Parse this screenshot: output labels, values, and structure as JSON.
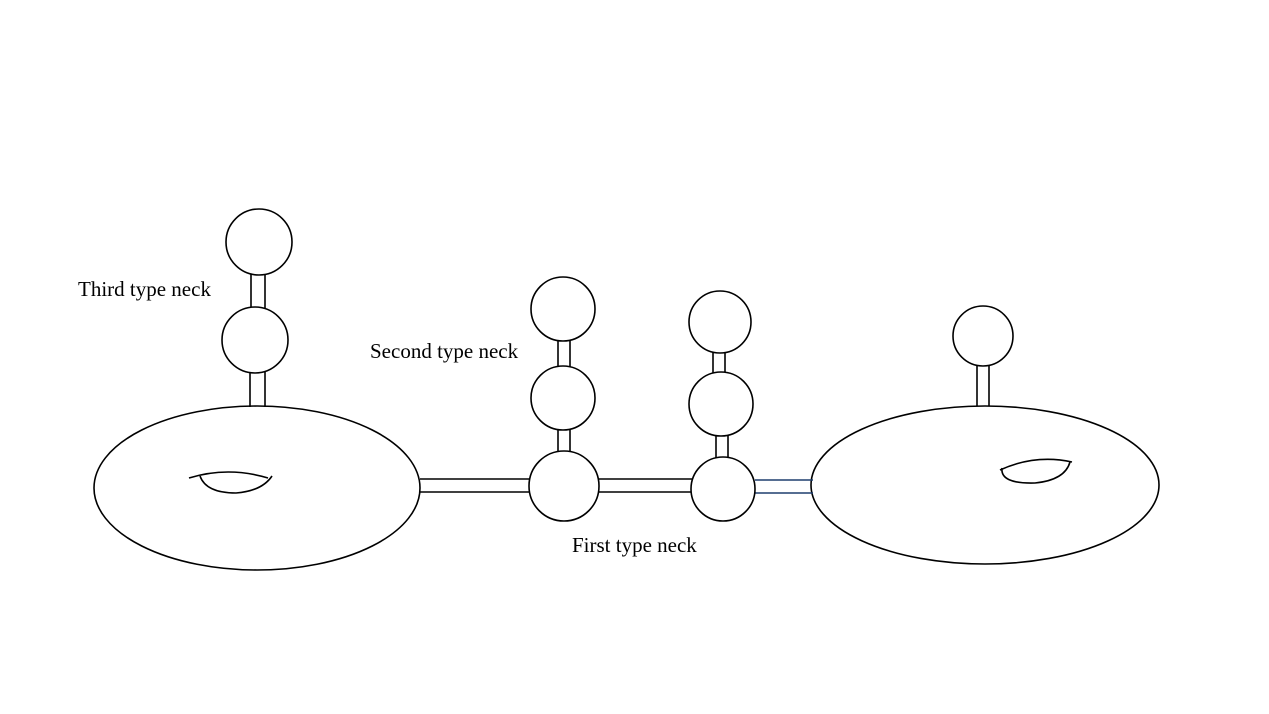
{
  "labels": {
    "third": "Third type neck",
    "second": "Second type neck",
    "first": "First type neck"
  },
  "colors": {
    "stroke": "#000000",
    "blue_neck": "#1f3f6e",
    "background": "#ffffff"
  }
}
